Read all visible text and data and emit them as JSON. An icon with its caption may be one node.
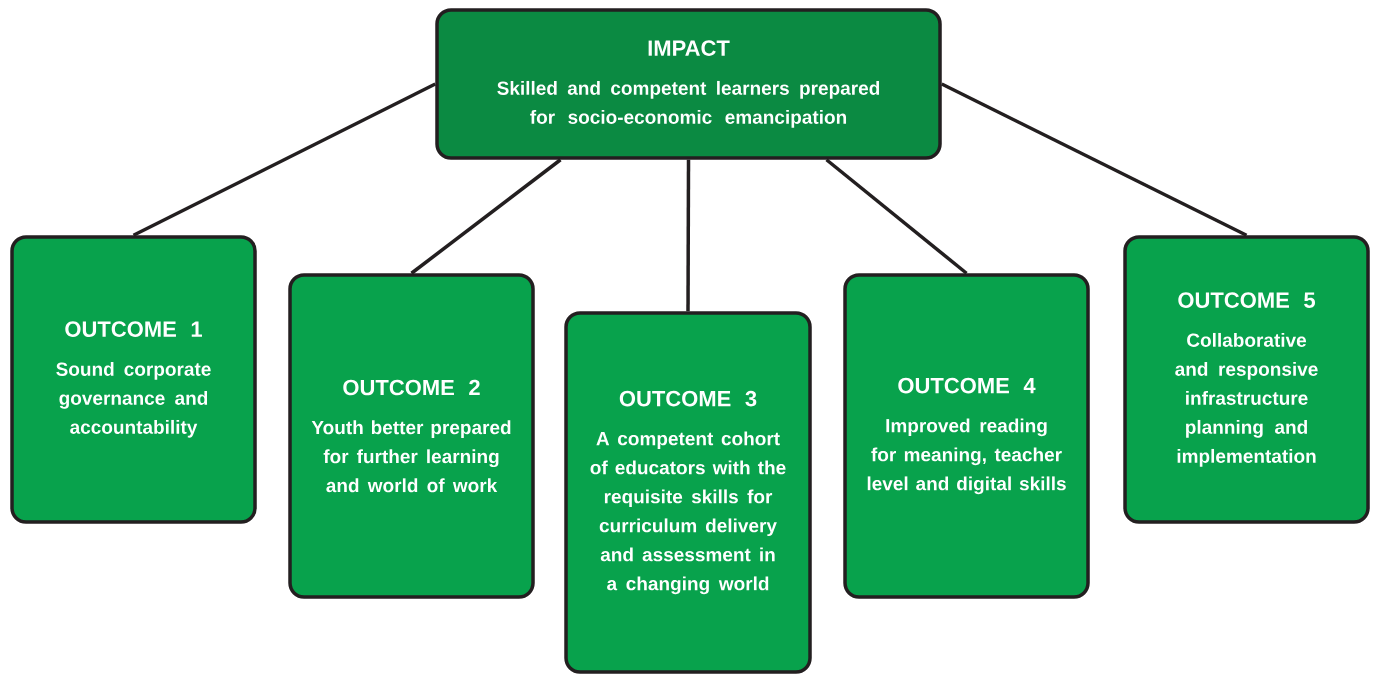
{
  "diagram": {
    "nodes": [
      {
        "text": [
          "IMPACT",
          "Skilled and competent learners prepared for socio-economic emancipation"
        ]
      },
      {
        "text": [
          "OUTCOME 1",
          "Sound corporate governance and accountability"
        ]
      },
      {
        "text": [
          "OUTCOME 2",
          "Youth better prepared for further learning and world of work"
        ]
      },
      {
        "text": [
          "OUTCOME 3",
          "A competent cohort of educators with the requisite skills for curriculum delivery and assessment in a changing world"
        ]
      },
      {
        "text": [
          "OUTCOME 4",
          "Improved reading for meaning, teacher level and digital skills"
        ]
      },
      {
        "text": [
          "OUTCOME 5",
          "Collaborative and responsive infrastructure planning and implementation"
        ]
      }
    ],
    "edges": [
      {
        "from": 0,
        "to": 1,
        "arrow": "none"
      },
      {
        "from": 0,
        "to": 2,
        "arrow": "none"
      },
      {
        "from": 0,
        "to": 3,
        "arrow": "none"
      },
      {
        "from": 0,
        "to": 4,
        "arrow": "none"
      },
      {
        "from": 0,
        "to": 5,
        "arrow": "none"
      }
    ]
  }
}
